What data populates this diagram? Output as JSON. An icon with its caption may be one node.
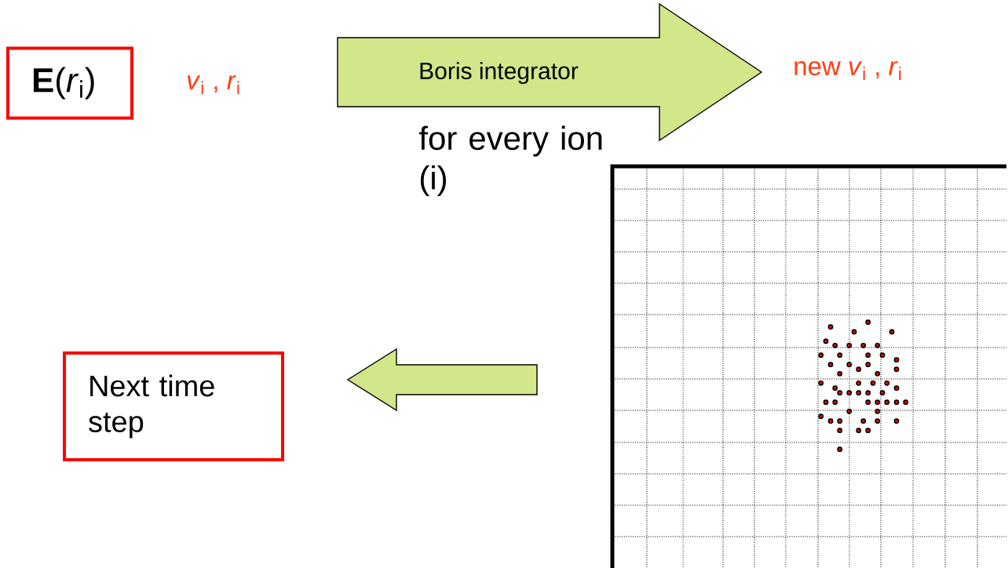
{
  "diagram": {
    "nodes": [
      {
        "text": [
          "**E**(*r*$_{i}$)"
        ]
      },
      {
        "text": [
          "*v*$_{i}$ , *r*$_{i}$"
        ]
      },
      {
        "text": [
          "new *v*$_{i}$ , *r*$_{i}$"
        ]
      },
      {
        "text": [
          "Next time step"
        ]
      },
      {
        "text": [],
        "shape": "picture"
      }
    ],
    "edges": [
      {
        "from": 1,
        "to": 2,
        "arrow": "to",
        "label": "Boris integrator"
      },
      {
        "from": 4,
        "to": 3,
        "arrow": "to"
      }
    ],
    "labels": [
      "for every ion (i)"
    ]
  }
}
